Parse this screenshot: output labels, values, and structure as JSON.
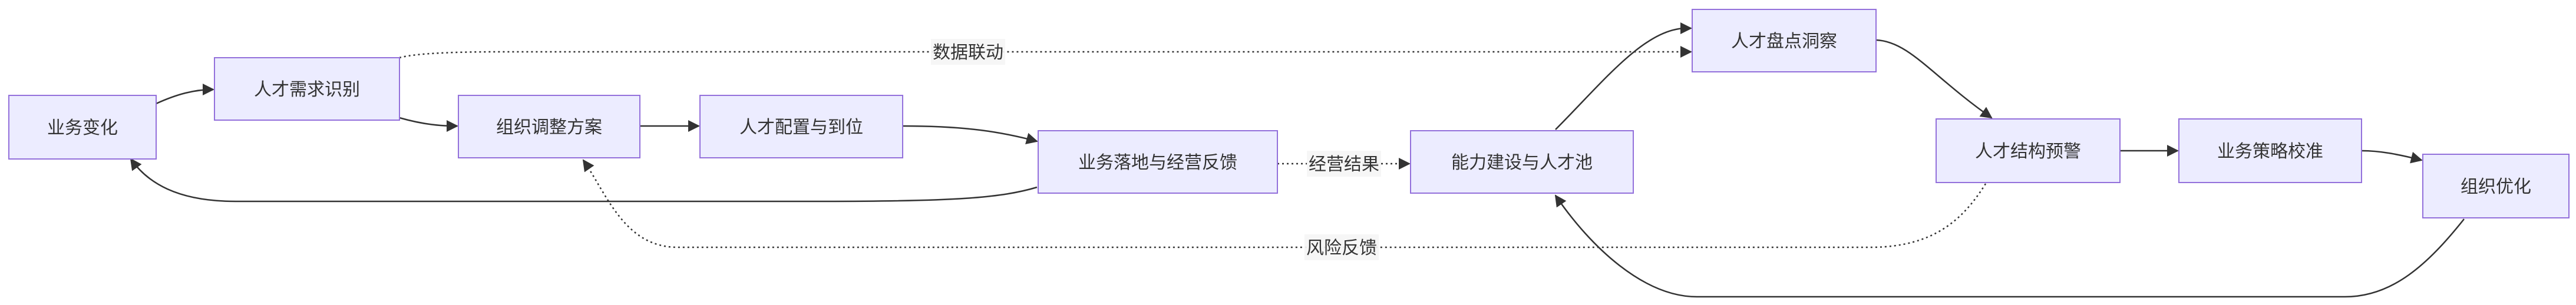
{
  "nodes": {
    "business_change": "业务变化",
    "talent_demand_identification": "人才需求识别",
    "org_adjustment_plan": "组织调整方案",
    "talent_allocation": "人才配置与到位",
    "business_implementation_feedback": "业务落地与经营反馈",
    "capability_building_talent_pool": "能力建设与人才池",
    "talent_inventory_insight": "人才盘点洞察",
    "talent_structure_warning": "人才结构预警",
    "business_strategy_calibration": "业务策略校准",
    "org_optimization": "组织优化"
  },
  "edge_labels": {
    "data_link": "数据联动",
    "operating_results": "经营结果",
    "risk_feedback": "风险反馈"
  },
  "colors": {
    "node_fill": "#ECECFF",
    "node_stroke": "#9370DB",
    "edge": "#333333",
    "text": "#333333"
  }
}
